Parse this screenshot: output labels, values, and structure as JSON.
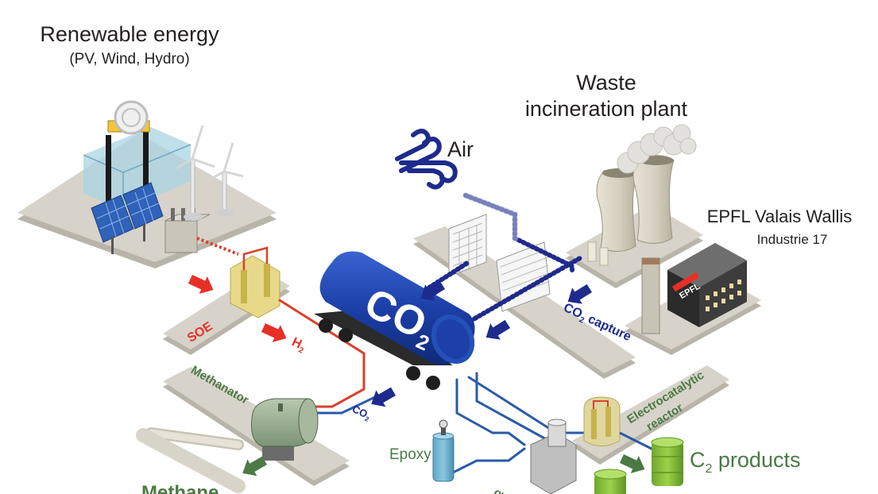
{
  "labels": {
    "renewable_title": "Renewable energy",
    "renewable_sub": "(PV, Wind, Hydro)",
    "waste_line1": "Waste",
    "waste_line2": "incineration plant",
    "air": "Air",
    "epfl_title": "EPFL Valais Wallis",
    "epfl_sub": "Industrie 17",
    "epfl_sign": "EPFL",
    "tank": "CO",
    "tank_sub": "2",
    "soe": "SOE",
    "h2": "H",
    "h2_sub": "2",
    "co2_capture": "CO",
    "co2_capture_sub": "2",
    "co2_capture_rest": " capture",
    "co2_pipe": "CO",
    "co2_pipe_sub": "2",
    "methanator": "Methanator",
    "methane": "Methane",
    "epoxy": "Epoxy",
    "electro_line1": "Electrocatalytic",
    "electro_line2": "reactor",
    "c2": "C",
    "c2_sub": "2",
    "c2_rest": " products",
    "polymer_fragment": "ow"
  },
  "colors": {
    "platform": "#d7d3ca",
    "platform_shadow": "#b9b4a9",
    "tank_blue": "#1c3fa8",
    "arrow_navy": "#1e2b8c",
    "arrow_red": "#e63027",
    "arrow_green": "#4b7a45",
    "pipe_red": "#d8412c",
    "pipe_blue": "#2a5ba8",
    "barrel_green": "#8cc63f",
    "text_dark": "#231f20",
    "text_green": "#4b7a45"
  },
  "icons": {
    "air": "wind-gust-icon",
    "wind_turbine": "wind-turbine-icon",
    "solar": "solar-panel-icon",
    "factory": "factory-building-icon"
  }
}
